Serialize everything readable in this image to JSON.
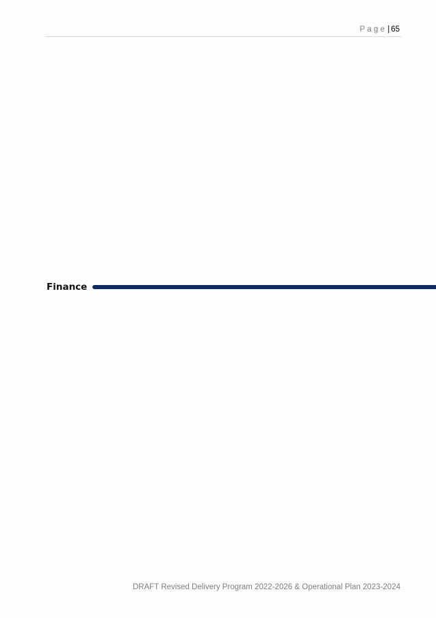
{
  "header": {
    "page_word": "Page",
    "separator": "|",
    "page_number": "65"
  },
  "section": {
    "title": "Finance",
    "rule_color": "#0f2a63"
  },
  "footer": {
    "text": "DRAFT Revised Delivery Program 2022-2026 & Operational Plan 2023-2024"
  }
}
